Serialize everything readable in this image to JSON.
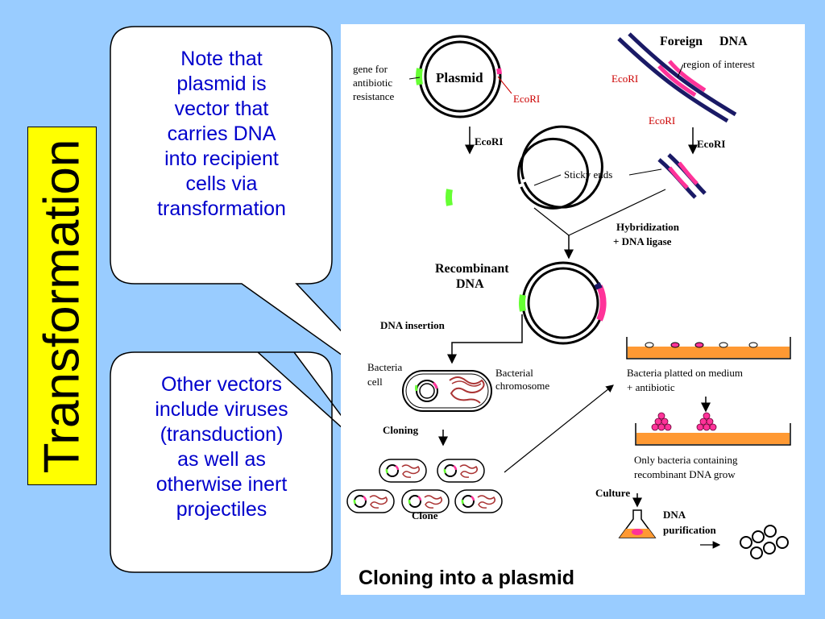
{
  "slide": {
    "title": "Transformation",
    "colors": {
      "background": "#99ccff",
      "title_box": "#ffff00",
      "callout_text": "#0000cc"
    }
  },
  "callouts": [
    {
      "lines": [
        "Note that",
        "plasmid is",
        "vector that",
        "carries DNA",
        "into recipient",
        "cells via",
        "transformation"
      ]
    },
    {
      "lines": [
        "Other vectors",
        "include viruses",
        "(transduction)",
        "as well as",
        "otherwise inert",
        "projectiles"
      ]
    }
  ],
  "diagram": {
    "caption": "Cloning into a plasmid",
    "gene_label": [
      "gene for",
      "antibiotic",
      "resistance"
    ],
    "plasmid_label": "Plasmid",
    "ecori_label": "EcoRI",
    "foreign_dna_label": [
      "Foreign",
      "DNA"
    ],
    "region_label": "region of interest",
    "sticky_ends_label": "Sticky ends",
    "hybridization_label": [
      "Hybridization",
      "+ DNA ligase"
    ],
    "recombinant_label": [
      "Recombinant",
      "DNA"
    ],
    "insertion_label": "DNA insertion",
    "bacteria_label": [
      "Bacteria",
      "cell"
    ],
    "chromosome_label": [
      "Bacterial",
      "chromosome"
    ],
    "cloning_label": "Cloning",
    "clone_label": "Clone",
    "plated_label": [
      "Bacteria platted on medium",
      "+ antibiotic"
    ],
    "only_label": [
      "Only bacteria containing",
      "recombinant DNA grow"
    ],
    "culture_label": "Culture",
    "purification_label": [
      "DNA",
      "purification"
    ],
    "colors": {
      "gene": "#66ff33",
      "insert": "#ff3399",
      "dna": "#1a1a66",
      "agar": "#ff9933",
      "ecori": "#cc0000"
    }
  }
}
